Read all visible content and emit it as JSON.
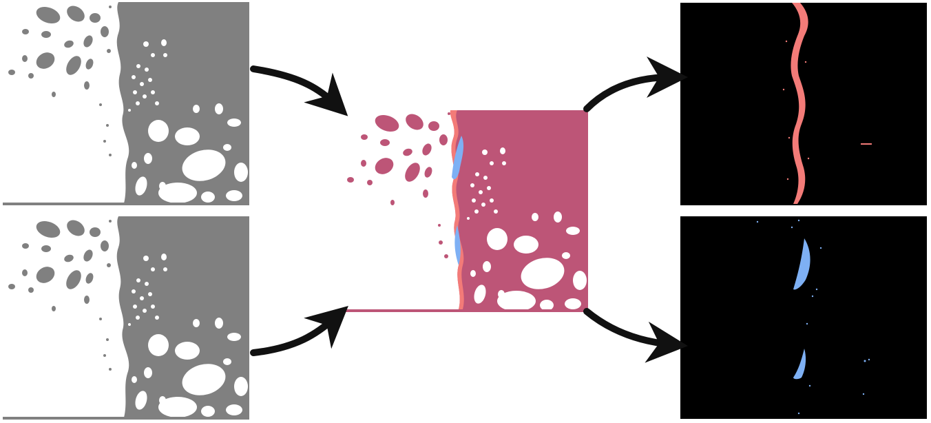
{
  "figure": {
    "type": "image-difference-pipeline",
    "panels": [
      {
        "id": "input-a",
        "role": "input",
        "style": "grayscale"
      },
      {
        "id": "input-b",
        "role": "input",
        "style": "grayscale"
      },
      {
        "id": "overlay",
        "role": "combined-overlay",
        "style": "colored"
      },
      {
        "id": "diff-red",
        "role": "difference-output",
        "style": "black-background"
      },
      {
        "id": "diff-blue",
        "role": "difference-output",
        "style": "black-background"
      }
    ],
    "arrows": [
      {
        "from": "input-a",
        "to": "overlay"
      },
      {
        "from": "input-b",
        "to": "overlay"
      },
      {
        "from": "overlay",
        "to": "diff-red"
      },
      {
        "from": "overlay",
        "to": "diff-blue"
      }
    ]
  },
  "colors": {
    "solid_gray": "#808080",
    "overlay_fill": "#bd5577",
    "red_diff": "#f37b78",
    "blue_diff": "#7eb0f4",
    "background": "#ffffff",
    "black": "#000000",
    "arrow": "#111111"
  }
}
